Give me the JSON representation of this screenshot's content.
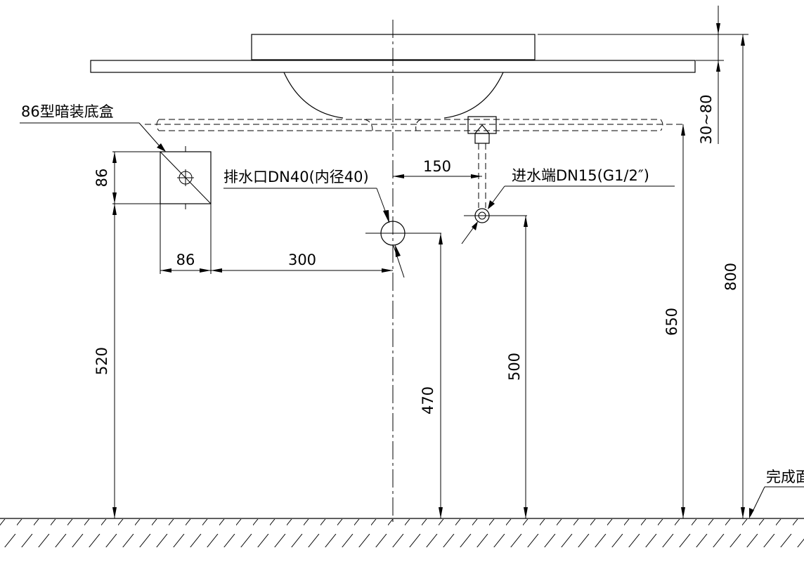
{
  "labels": {
    "junction_box": "86型暗装底盒",
    "drain_outlet": "排水口DN40(内径40)",
    "water_inlet": "进水端DN15(G1/2″)",
    "finished_floor": "完成面"
  },
  "dimensions": {
    "box_height": "86",
    "box_width": "86",
    "box_to_center": "300",
    "drain_to_inlet": "150",
    "box_elevation": "520",
    "drain_elevation": "470",
    "inlet_elevation": "500",
    "counter_underside_elevation": "650",
    "counter_top_elevation": "800",
    "counter_thickness": "30~80"
  }
}
